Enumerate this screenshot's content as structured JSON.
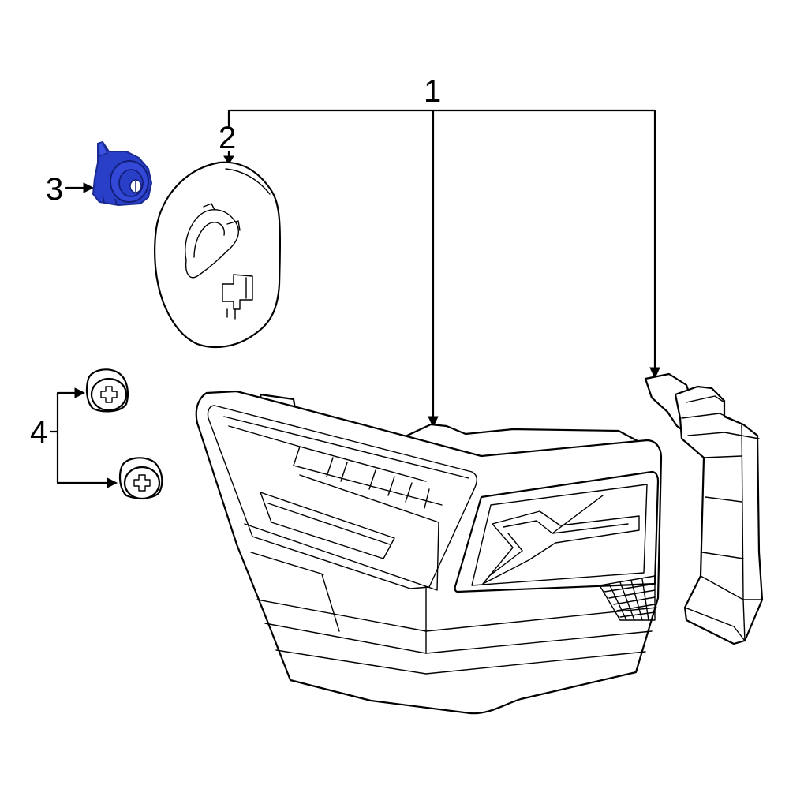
{
  "callouts": {
    "c1": "1",
    "c2": "2",
    "c3": "3",
    "c4": "4"
  },
  "colors": {
    "highlight": "#2a3fc8",
    "highlight_dark": "#1a2a90",
    "line": "#000000"
  }
}
